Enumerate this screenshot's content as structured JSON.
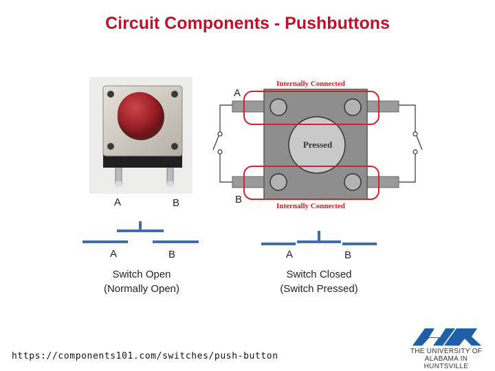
{
  "title": "Circuit Components - Pushbuttons",
  "photo": {
    "label_a": "A",
    "label_b": "B",
    "button_color": "#a3232b"
  },
  "internal": {
    "label_a": "A",
    "label_b": "B",
    "top_note": "Internally Connected",
    "bottom_note": "Internally Connected",
    "center_text": "Pressed",
    "highlight_color": "#d81f2a"
  },
  "open_switch": {
    "label_a": "A",
    "label_b": "B",
    "caption_line1": "Switch Open",
    "caption_line2": "(Normally Open)",
    "line_color": "#3f6eab"
  },
  "closed_switch": {
    "label_a": "A",
    "label_b": "B",
    "caption_line1": "Switch Closed",
    "caption_line2": "(Switch Pressed)",
    "line_color": "#3f6eab"
  },
  "source_url": "https://components101.com/switches/push-button",
  "logo": {
    "line1": "THE UNIVERSITY OF",
    "line2": "ALABAMA IN HUNTSVILLE",
    "color": "#1f5fa8"
  }
}
